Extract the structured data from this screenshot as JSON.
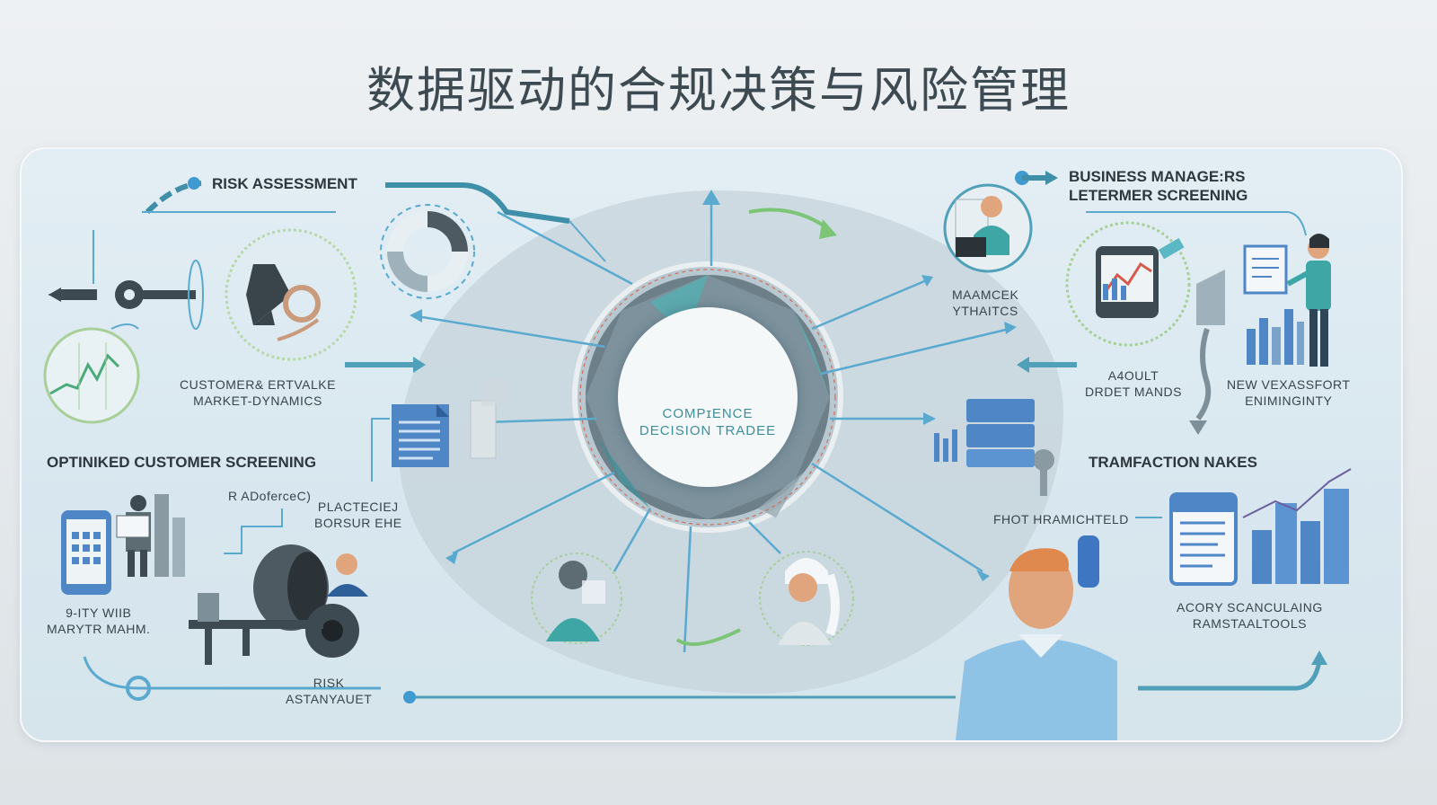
{
  "title": "数据驱动的合规决策与风险管理",
  "hub": {
    "line1": "COMPɪENCE",
    "line2": "DECISION TRADEE"
  },
  "labels": {
    "risk_assessment": "RISK ASSESSMENT",
    "customer_market": [
      "CUSTOMER& ERTVALKE",
      "MARKET-DYNAMICS"
    ],
    "optimized_screening": "OPTINIKED CUSTOMER SCREENING",
    "r_adoferce": "R ADoferceC)",
    "placteciej": [
      "PLACTECIEJ",
      "BORSUR EHE"
    ],
    "mobile_caption": [
      "9-ITY WIIB",
      "MARYTR MAHM."
    ],
    "risk_bottom": [
      "RISK",
      "ASTANYAUET"
    ],
    "business_managers": [
      "BUSINESS MANAGE:RS",
      "LETERMER SCREENING"
    ],
    "maamcek": [
      "MAAMCEK",
      "YTHAITCS"
    ],
    "audit": [
      "A4OULT",
      "DRDET MANDS"
    ],
    "new_vexassfort": [
      "NEW VEXASSFORT",
      "ENIMINGINTY"
    ],
    "transaction": "TRAMFACTION NAKES",
    "fhot": "FHOT HRAMICHTELD",
    "acory": [
      "ACORY SCANCULAING",
      "RAMSTAALTOOLS"
    ]
  },
  "colors": {
    "accent": "#3f9aa6",
    "line": "#5aa9cf",
    "green": "#7cc576",
    "text": "#39444b"
  },
  "icons": [
    "gear-key-icon",
    "airplane-icon",
    "ring-icon",
    "line-chart-icon",
    "donut-chart-icon",
    "document-icon",
    "server-stack-icon",
    "person-laptop-icon",
    "tablet-chart-icon",
    "presenter-icon",
    "bar-chart-icon",
    "cog-icon",
    "person-avatar-icon",
    "city-chart-icon",
    "person-bust-icon",
    "mobile-device-icon",
    "machine-icon",
    "shield-logo-icon"
  ]
}
